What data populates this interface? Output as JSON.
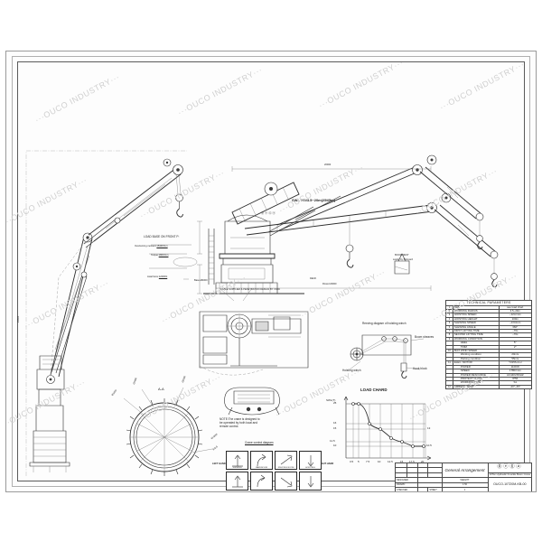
{
  "document": {
    "type": "engineering-drawing",
    "sheet_title": "General Arrangement",
    "drawing_number": "OUCO-10T20M-KB-00",
    "company": "OUCO",
    "company_logo_text": "OUCO",
    "subtitle": "10Ton Hydraulic Knuckle Boom Crane",
    "watermark_text": "···OUCO INDUSTRY···"
  },
  "callouts": {
    "swl_main": "SWL 10t/3.5~20m(25t/5m)",
    "load_base_title": "LOAD BASE ON FRONT P:",
    "load_base_rows": [
      {
        "label": "Overturning moment:",
        "value": "1540KN.m"
      },
      {
        "label": "Torque:",
        "value": "180KN.m"
      },
      {
        "label": "Axial force:",
        "value": "1200KN"
      }
    ],
    "cable_note": "CABLE SUPPLIED & PENETRATION DESIGN BY YARD",
    "deck_label": "DECK",
    "base_label": "Base-Ø2000",
    "boom_rest_label": "BOOM REST",
    "boom_rest_sub": "supply by Shipyard",
    "span_top": "20000",
    "span_bottom": "Rmax=20000",
    "height_left": "23500",
    "reeving_title": "Reeving diagram of hoisting winch",
    "reeving_items": [
      "Boom sheaves",
      "Hoisting winch",
      "Hook block"
    ],
    "section_label": "A-A",
    "section_dims": [
      "Ø1800",
      "Ø1650",
      "Ø2000",
      "48-Ø33",
      "EQ.S"
    ],
    "note_text": "NOTE:The crane is designed to\nbe operated by both local and\nremote control.",
    "control_title": "Crane control diagram",
    "left_hand": "LEFT HAND",
    "right_hand": "RIGHT HAND",
    "control_captions": [
      "SLEWING",
      "MAIN BOOM",
      "KNUCKLE BOOM",
      "HOISTING"
    ]
  },
  "technical_parameters": {
    "title": "TECHNICAL PARAMETERS",
    "rows": [
      {
        "no": "1",
        "name": "SWL",
        "value": "see load chart",
        "sub": false
      },
      {
        "no": "2",
        "name": "WORKING RADIUS",
        "value": "3.5~20m",
        "sub": false
      },
      {
        "no": "3",
        "name": "HOISTING SPEED",
        "value": "~12m/min",
        "sub": false
      },
      {
        "no": "4",
        "name": "HOISTING HEIGHT",
        "value": "100m",
        "sub": false
      },
      {
        "no": "5",
        "name": "SLEWING SPEED",
        "value": "~0.6r/min",
        "sub": false
      },
      {
        "no": "6",
        "name": "SLEWING ANGLE",
        "value": "360°",
        "sub": false
      },
      {
        "no": "7",
        "name": "FIRST LIFTING TIME",
        "value": "~70s",
        "sub": false
      },
      {
        "no": "8",
        "name": "SECOND LIFTING TIME",
        "value": "~70s",
        "sub": false
      },
      {
        "no": "9",
        "name": "WORKING CONDITION",
        "value": "",
        "sub": false
      },
      {
        "no": "",
        "name": "HEEL",
        "value": "5°",
        "sub": true
      },
      {
        "no": "",
        "name": "TRIM",
        "value": "2°",
        "sub": true
      },
      {
        "no": "10",
        "name": "MAX.WIND SPEED",
        "value": "",
        "sub": false
      },
      {
        "no": "",
        "name": "Working condition",
        "value": "20m/s",
        "sub": true
      },
      {
        "no": "",
        "name": "Parking condition",
        "value": "55m/s",
        "sub": true
      },
      {
        "no": "11",
        "name": "ELEC. MOTOR",
        "value": "Y315S-4-H",
        "sub": false
      },
      {
        "no": "",
        "name": "POWER",
        "value": "110KW",
        "sub": true
      },
      {
        "no": "",
        "name": "SPEED",
        "value": "1780r/min",
        "sub": true
      },
      {
        "no": "",
        "name": "POWER RESOURCE",
        "value": "AC440V/60HZ",
        "sub": true
      },
      {
        "no": "",
        "name": "PROTECT CLASS",
        "value": "IP56",
        "sub": true
      },
      {
        "no": "",
        "name": "WORKING TYPE",
        "value": "S1",
        "sub": true
      },
      {
        "no": "12",
        "name": "AMBIENT TEMP.",
        "value": "-20°~45°",
        "sub": false
      }
    ]
  },
  "chart_data": {
    "type": "line",
    "title": "LOAD CHARD",
    "xlabel": "Working radius(m)",
    "ylabel": "SWL(T)",
    "x": [
      3.5,
      5,
      7.5,
      10,
      12.5,
      15,
      17.5,
      20
    ],
    "y": [
      25,
      25,
      16,
      15,
      13,
      11.5,
      10.5,
      10
    ],
    "xticks": [
      "3.5",
      "5",
      "7.5",
      "10",
      "12.5",
      "15",
      "17.5",
      "20"
    ],
    "yticks": [
      "25",
      "16",
      "15",
      "11.5",
      "10"
    ],
    "point_labels": [
      "",
      "",
      "",
      "",
      "13",
      "",
      "10.5",
      ""
    ],
    "xlim": [
      3.5,
      20
    ],
    "ylim": [
      8,
      27
    ],
    "grid": true,
    "legend": "none"
  },
  "title_block": {
    "drawing_title": "General Arrangement",
    "description": "10Ton Hydraulic Knuckle Boom Crane",
    "drawing_number": "OUCO-10T20M-KB-00",
    "fields": [
      {
        "label": "DESIGNED",
        "value": ""
      },
      {
        "label": "DRAWN",
        "value": ""
      },
      {
        "label": "CHECKED",
        "value": ""
      }
    ],
    "weight_label": "WEIGHT",
    "scale_label": "SCALE",
    "weight_value": "",
    "scale_value": "1:50",
    "sheet_label": "SHEET",
    "sheet_value": "1",
    "rev_label": "REV",
    "rev_value": "0",
    "date_label": "DATE",
    "sign_label": "SIGN"
  }
}
